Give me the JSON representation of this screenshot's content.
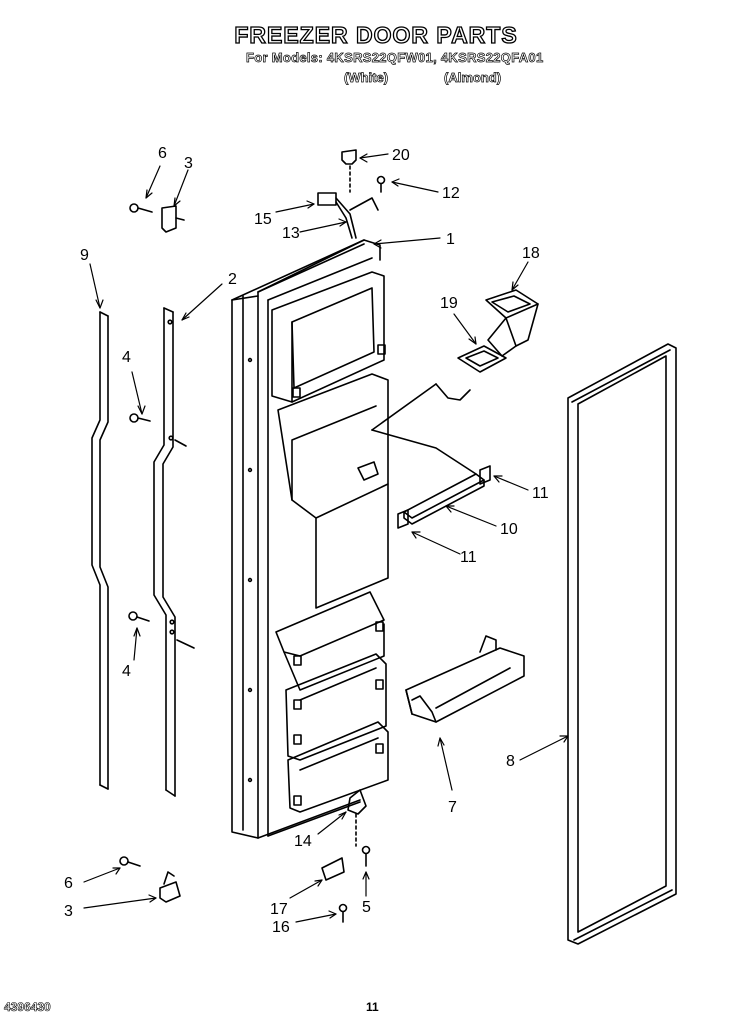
{
  "header": {
    "title": "FREEZER DOOR PARTS",
    "models_line": "For Models: 4KSRS22QFW01, 4KSRS22QFA01",
    "variant_white": "(White)",
    "variant_almond": "(Almond)"
  },
  "callouts": {
    "c1": "1",
    "c2": "2",
    "c3a": "3",
    "c3b": "3",
    "c4a": "4",
    "c4b": "4",
    "c5": "5",
    "c6a": "6",
    "c6b": "6",
    "c7": "7",
    "c8": "8",
    "c9": "9",
    "c10": "10",
    "c11a": "11",
    "c11b": "11",
    "c12": "12",
    "c13": "13",
    "c14": "14",
    "c15": "15",
    "c16": "16",
    "c17": "17",
    "c18": "18",
    "c19": "19",
    "c20": "20"
  },
  "footer": {
    "doc_code": "4396430",
    "page_number": "11"
  }
}
